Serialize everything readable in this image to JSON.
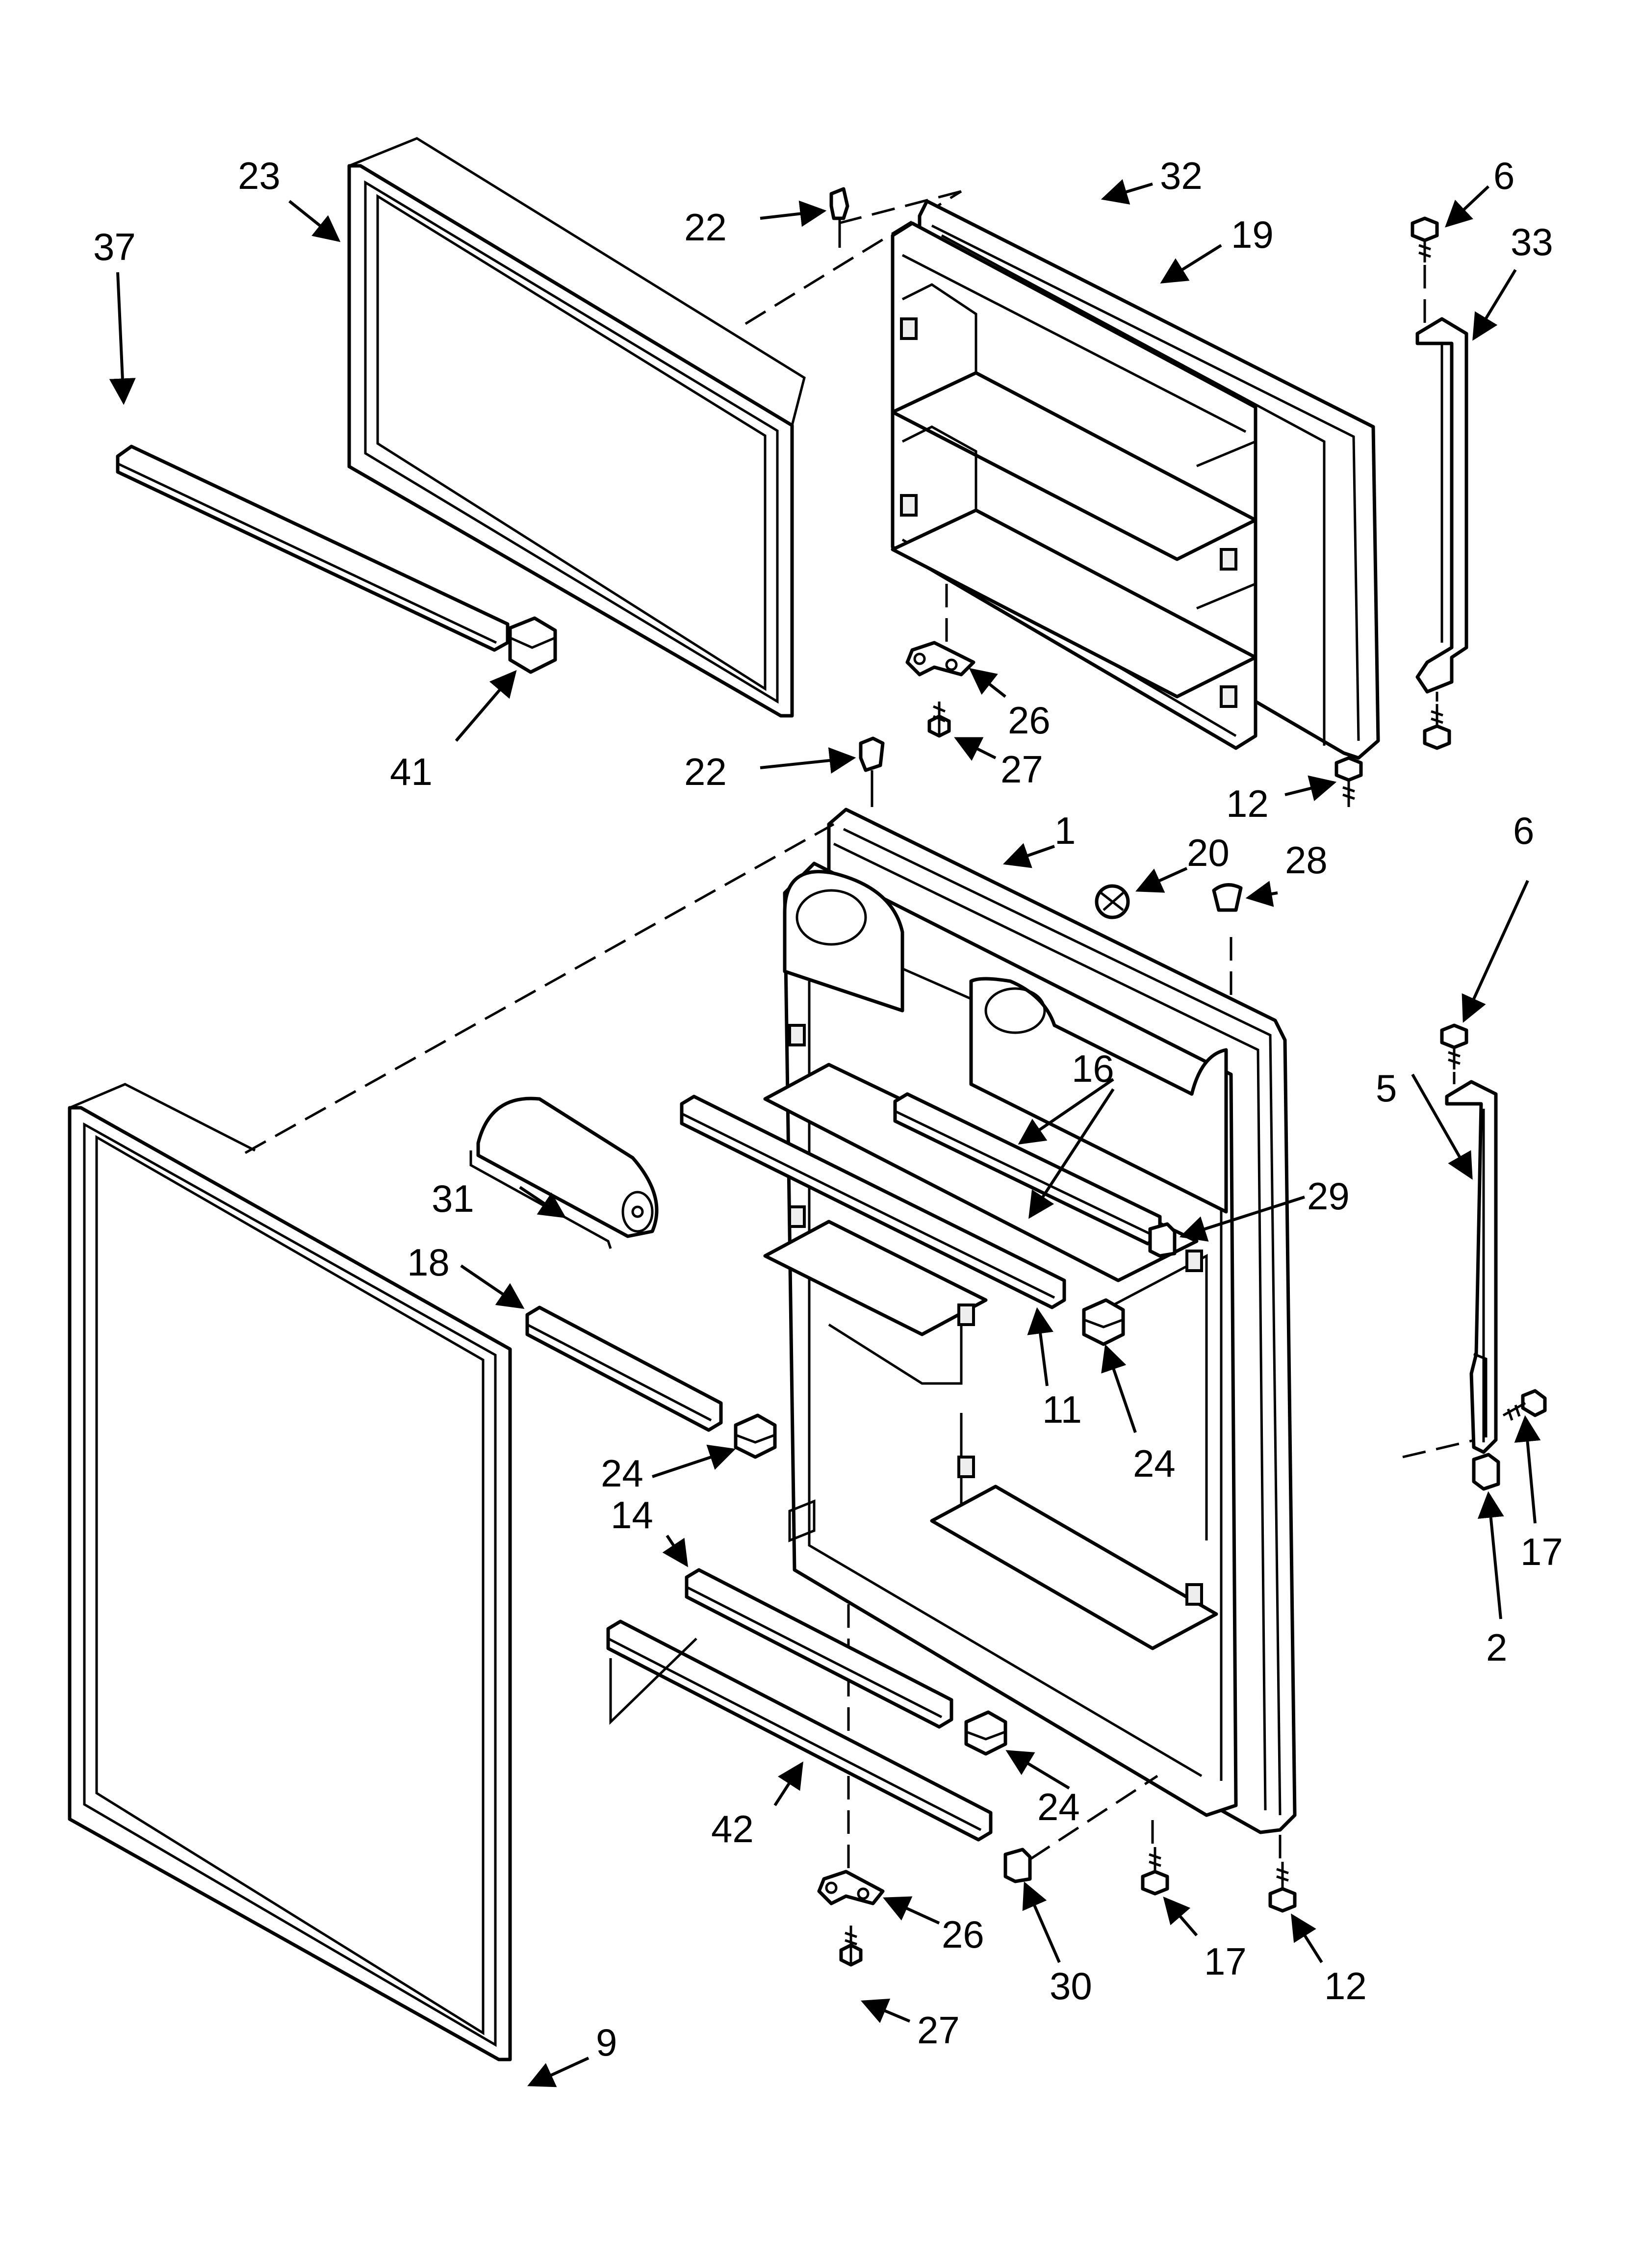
{
  "diagram": {
    "callouts": [
      {
        "id": "c23a",
        "text": "23"
      },
      {
        "id": "c37",
        "text": "37"
      },
      {
        "id": "c22a",
        "text": "22"
      },
      {
        "id": "c32",
        "text": "32"
      },
      {
        "id": "c19",
        "text": "19"
      },
      {
        "id": "c6a",
        "text": "6"
      },
      {
        "id": "c33",
        "text": "33"
      },
      {
        "id": "c41",
        "text": "41"
      },
      {
        "id": "c26a",
        "text": "26"
      },
      {
        "id": "c27a",
        "text": "27"
      },
      {
        "id": "c22b",
        "text": "22"
      },
      {
        "id": "c12a",
        "text": "12"
      },
      {
        "id": "c6b",
        "text": "6"
      },
      {
        "id": "c1",
        "text": "1"
      },
      {
        "id": "c20",
        "text": "20"
      },
      {
        "id": "c28",
        "text": "28"
      },
      {
        "id": "c16",
        "text": "16"
      },
      {
        "id": "c5",
        "text": "5"
      },
      {
        "id": "c31",
        "text": "31"
      },
      {
        "id": "c29",
        "text": "29"
      },
      {
        "id": "c18",
        "text": "18"
      },
      {
        "id": "c11",
        "text": "11"
      },
      {
        "id": "c24a",
        "text": "24"
      },
      {
        "id": "c24b",
        "text": "24"
      },
      {
        "id": "c14",
        "text": "14"
      },
      {
        "id": "c17a",
        "text": "17"
      },
      {
        "id": "c2",
        "text": "2"
      },
      {
        "id": "c24c",
        "text": "24"
      },
      {
        "id": "c42",
        "text": "42"
      },
      {
        "id": "c26b",
        "text": "26"
      },
      {
        "id": "c30",
        "text": "30"
      },
      {
        "id": "c17b",
        "text": "17"
      },
      {
        "id": "c12b",
        "text": "12"
      },
      {
        "id": "c27b",
        "text": "27"
      },
      {
        "id": "c9",
        "text": "9"
      }
    ]
  }
}
